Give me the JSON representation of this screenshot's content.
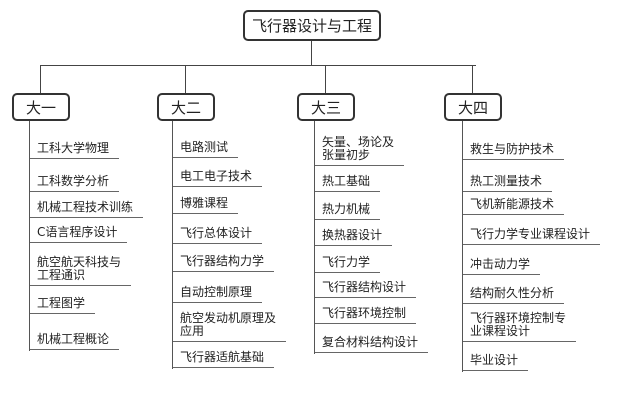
{
  "title": "飞行器设计与工程",
  "years": [
    {
      "label": "大一",
      "courses": [
        "工科大学物理",
        "工科数学分析",
        "机械工程技术训练",
        "C语言程序设计",
        "航空航天科技与\n工程通识",
        "工程图学",
        "机械工程概论"
      ]
    },
    {
      "label": "大二",
      "courses": [
        "电路测试",
        "电工电子技术",
        "博雅课程",
        "飞行总体设计",
        "飞行器结构力学",
        "自动控制原理",
        "航空发动机原理及\n应用",
        "飞行器适航基础"
      ]
    },
    {
      "label": "大三",
      "courses": [
        "矢量、场论及\n张量初步",
        "热工基础",
        "热力机械",
        "换热器设计",
        "飞行力学",
        "飞行器结构设计",
        "飞行器环境控制",
        "复合材料结构设计"
      ]
    },
    {
      "label": "大四",
      "courses": [
        "救生与防护技术",
        "热工测量技术",
        "飞机新能源技术",
        "飞行力学专业课程设计",
        "冲击动力学",
        "结构耐久性分析",
        "飞行器环境控制专\n业课程设计",
        "毕业设计"
      ]
    }
  ]
}
